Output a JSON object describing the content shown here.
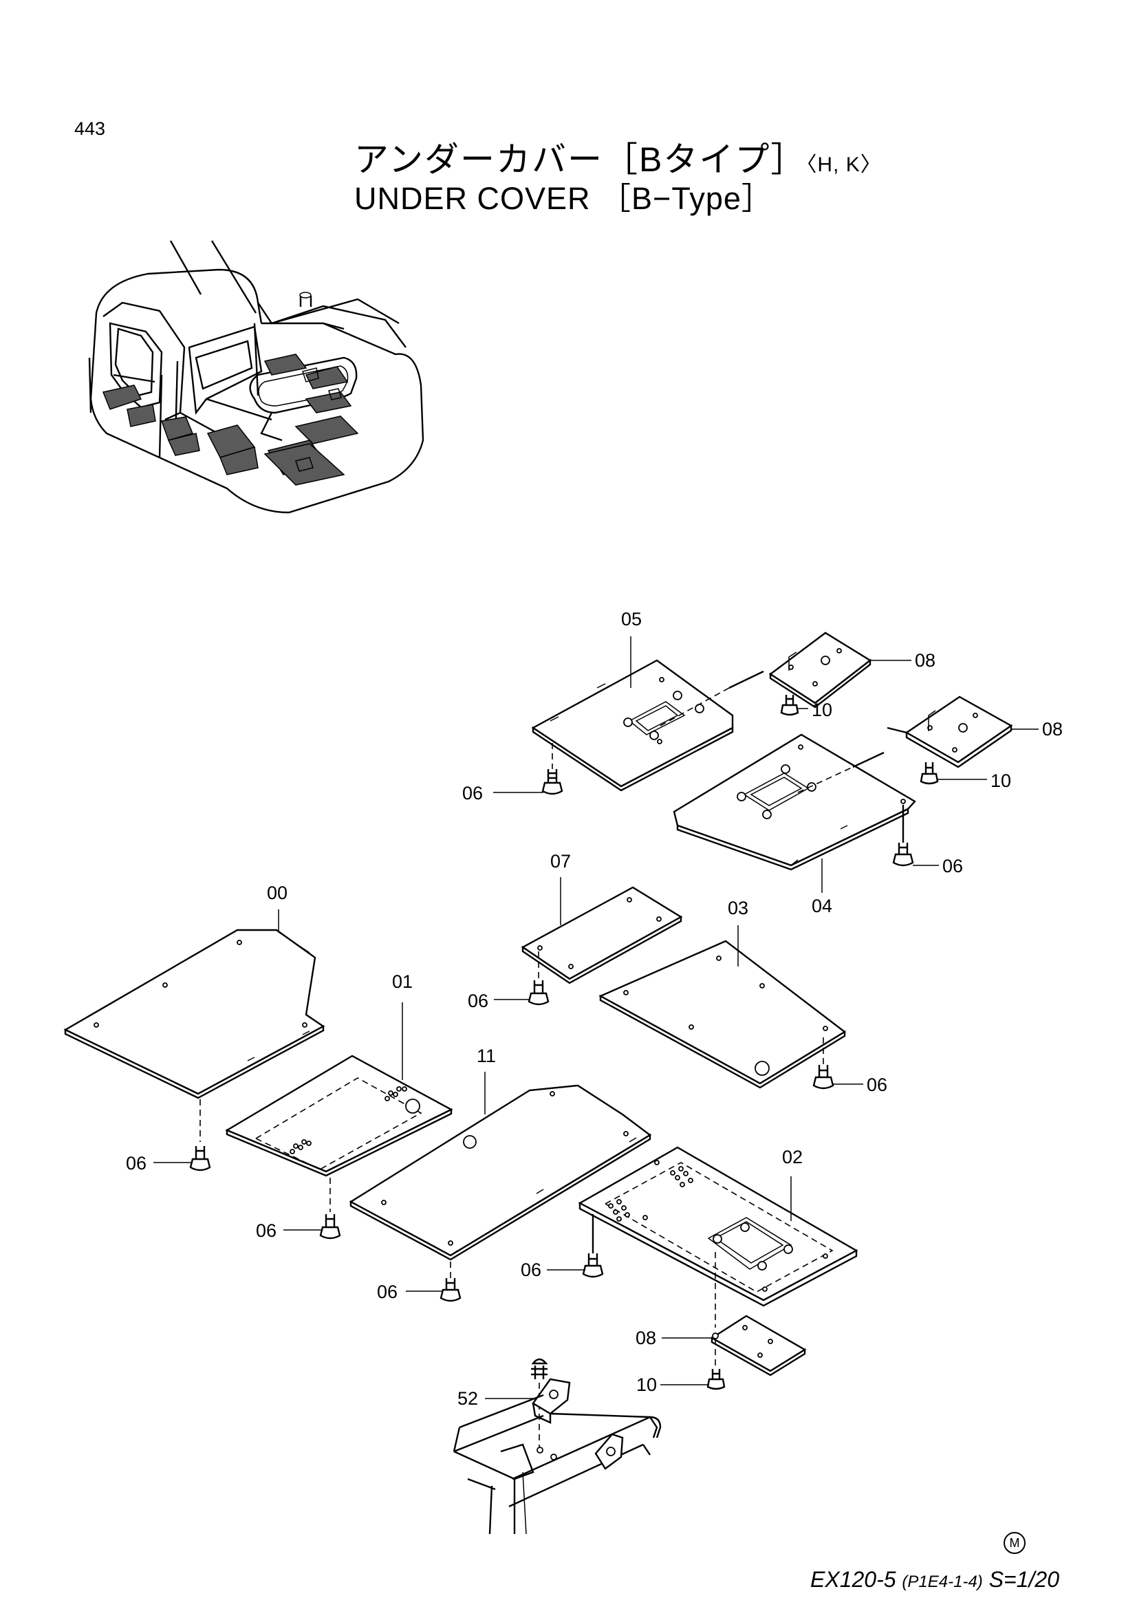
{
  "page_number": "443",
  "title_jp": "アンダーカバー［Bタイプ］",
  "title_jp_suffix": "〈H, K〉",
  "title_en": "UNDER  COVER ［B−Type］",
  "callouts": {
    "c00": "00",
    "c01": "01",
    "c02": "02",
    "c03": "03",
    "c04": "04",
    "c05": "05",
    "c07": "07",
    "c11": "11",
    "c52": "52",
    "c06a": "06",
    "c06b": "06",
    "c06c": "06",
    "c06d": "06",
    "c06e": "06",
    "c06f": "06",
    "c06g": "06",
    "c06h": "06",
    "c08a": "08",
    "c08b": "08",
    "c08c": "08",
    "c10a": "10",
    "c10b": "10",
    "c10c": "10"
  },
  "footer": {
    "model": "EX120-5",
    "code": "(P1E4-1-4)",
    "scale": "S=1/20",
    "mark": "M"
  }
}
